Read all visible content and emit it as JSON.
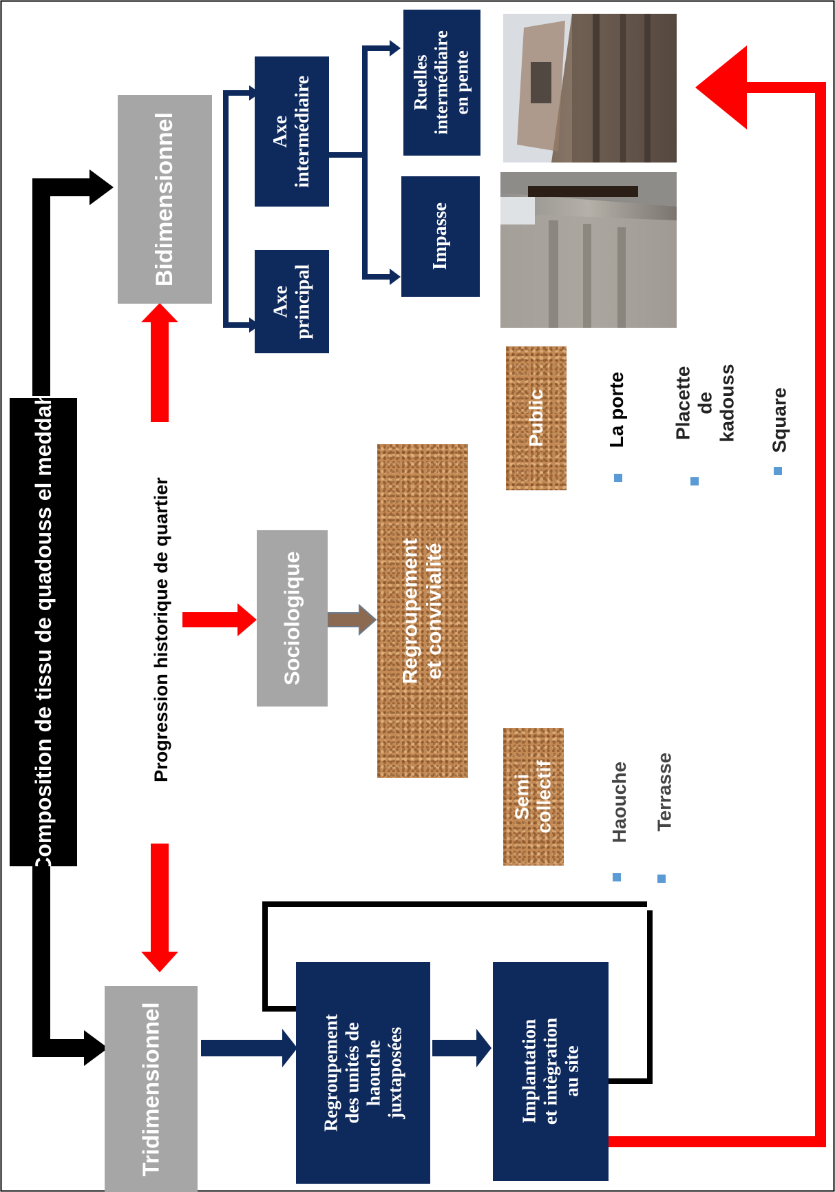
{
  "title": "Composition de tissu de quadouss el meddah",
  "center_label": "Progression historique de quartier",
  "nodes": {
    "bidimensionnel": "Bidimensionnel",
    "tridimensionnel": "Tridimensionnel",
    "sociologique": "Sociologique",
    "axe_principal": "Axe principal",
    "axe_intermediaire": "Axe intermédiaire",
    "impasse": "Impasse",
    "ruelles": "Ruelles intermédiaire en pente",
    "regroupement_convivialite": "Regroupement et convivialité",
    "public": "Public",
    "semi_collectif": "Semi collectif",
    "regroupement_haouche": "Regroupement des unités de haouche juxtaposées",
    "implantation": "Implantation et intègration au site"
  },
  "public_items": [
    "La porte",
    "Placette de kadouss",
    "Square"
  ],
  "semi_collectif_items": [
    "Haouche",
    "Terrasse"
  ],
  "colors": {
    "navy": "#0e2a5c",
    "grey": "#a6a6a6",
    "red": "#ff0000",
    "black": "#000000",
    "bullet": "#5b9bd5",
    "cork": "#c48a55"
  },
  "icons": [
    "street-photo-impasse",
    "street-photo-ruelle"
  ]
}
